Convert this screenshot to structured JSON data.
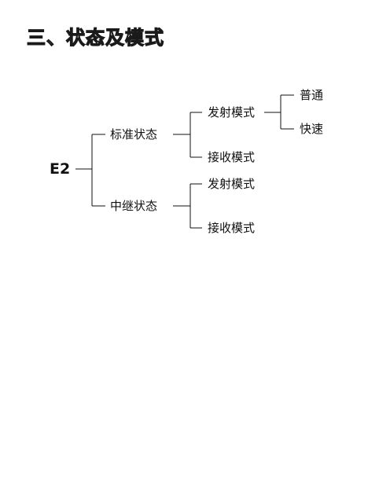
{
  "heading": "三、状态及模式",
  "tree": {
    "root": "E2",
    "standard": {
      "label": "标准状态",
      "transmit": {
        "label": "发射模式",
        "normal": "普通",
        "fast": "快速"
      },
      "receive": "接收模式"
    },
    "relay": {
      "label": "中继状态",
      "transmit": "发射模式",
      "receive": "接收模式"
    }
  }
}
